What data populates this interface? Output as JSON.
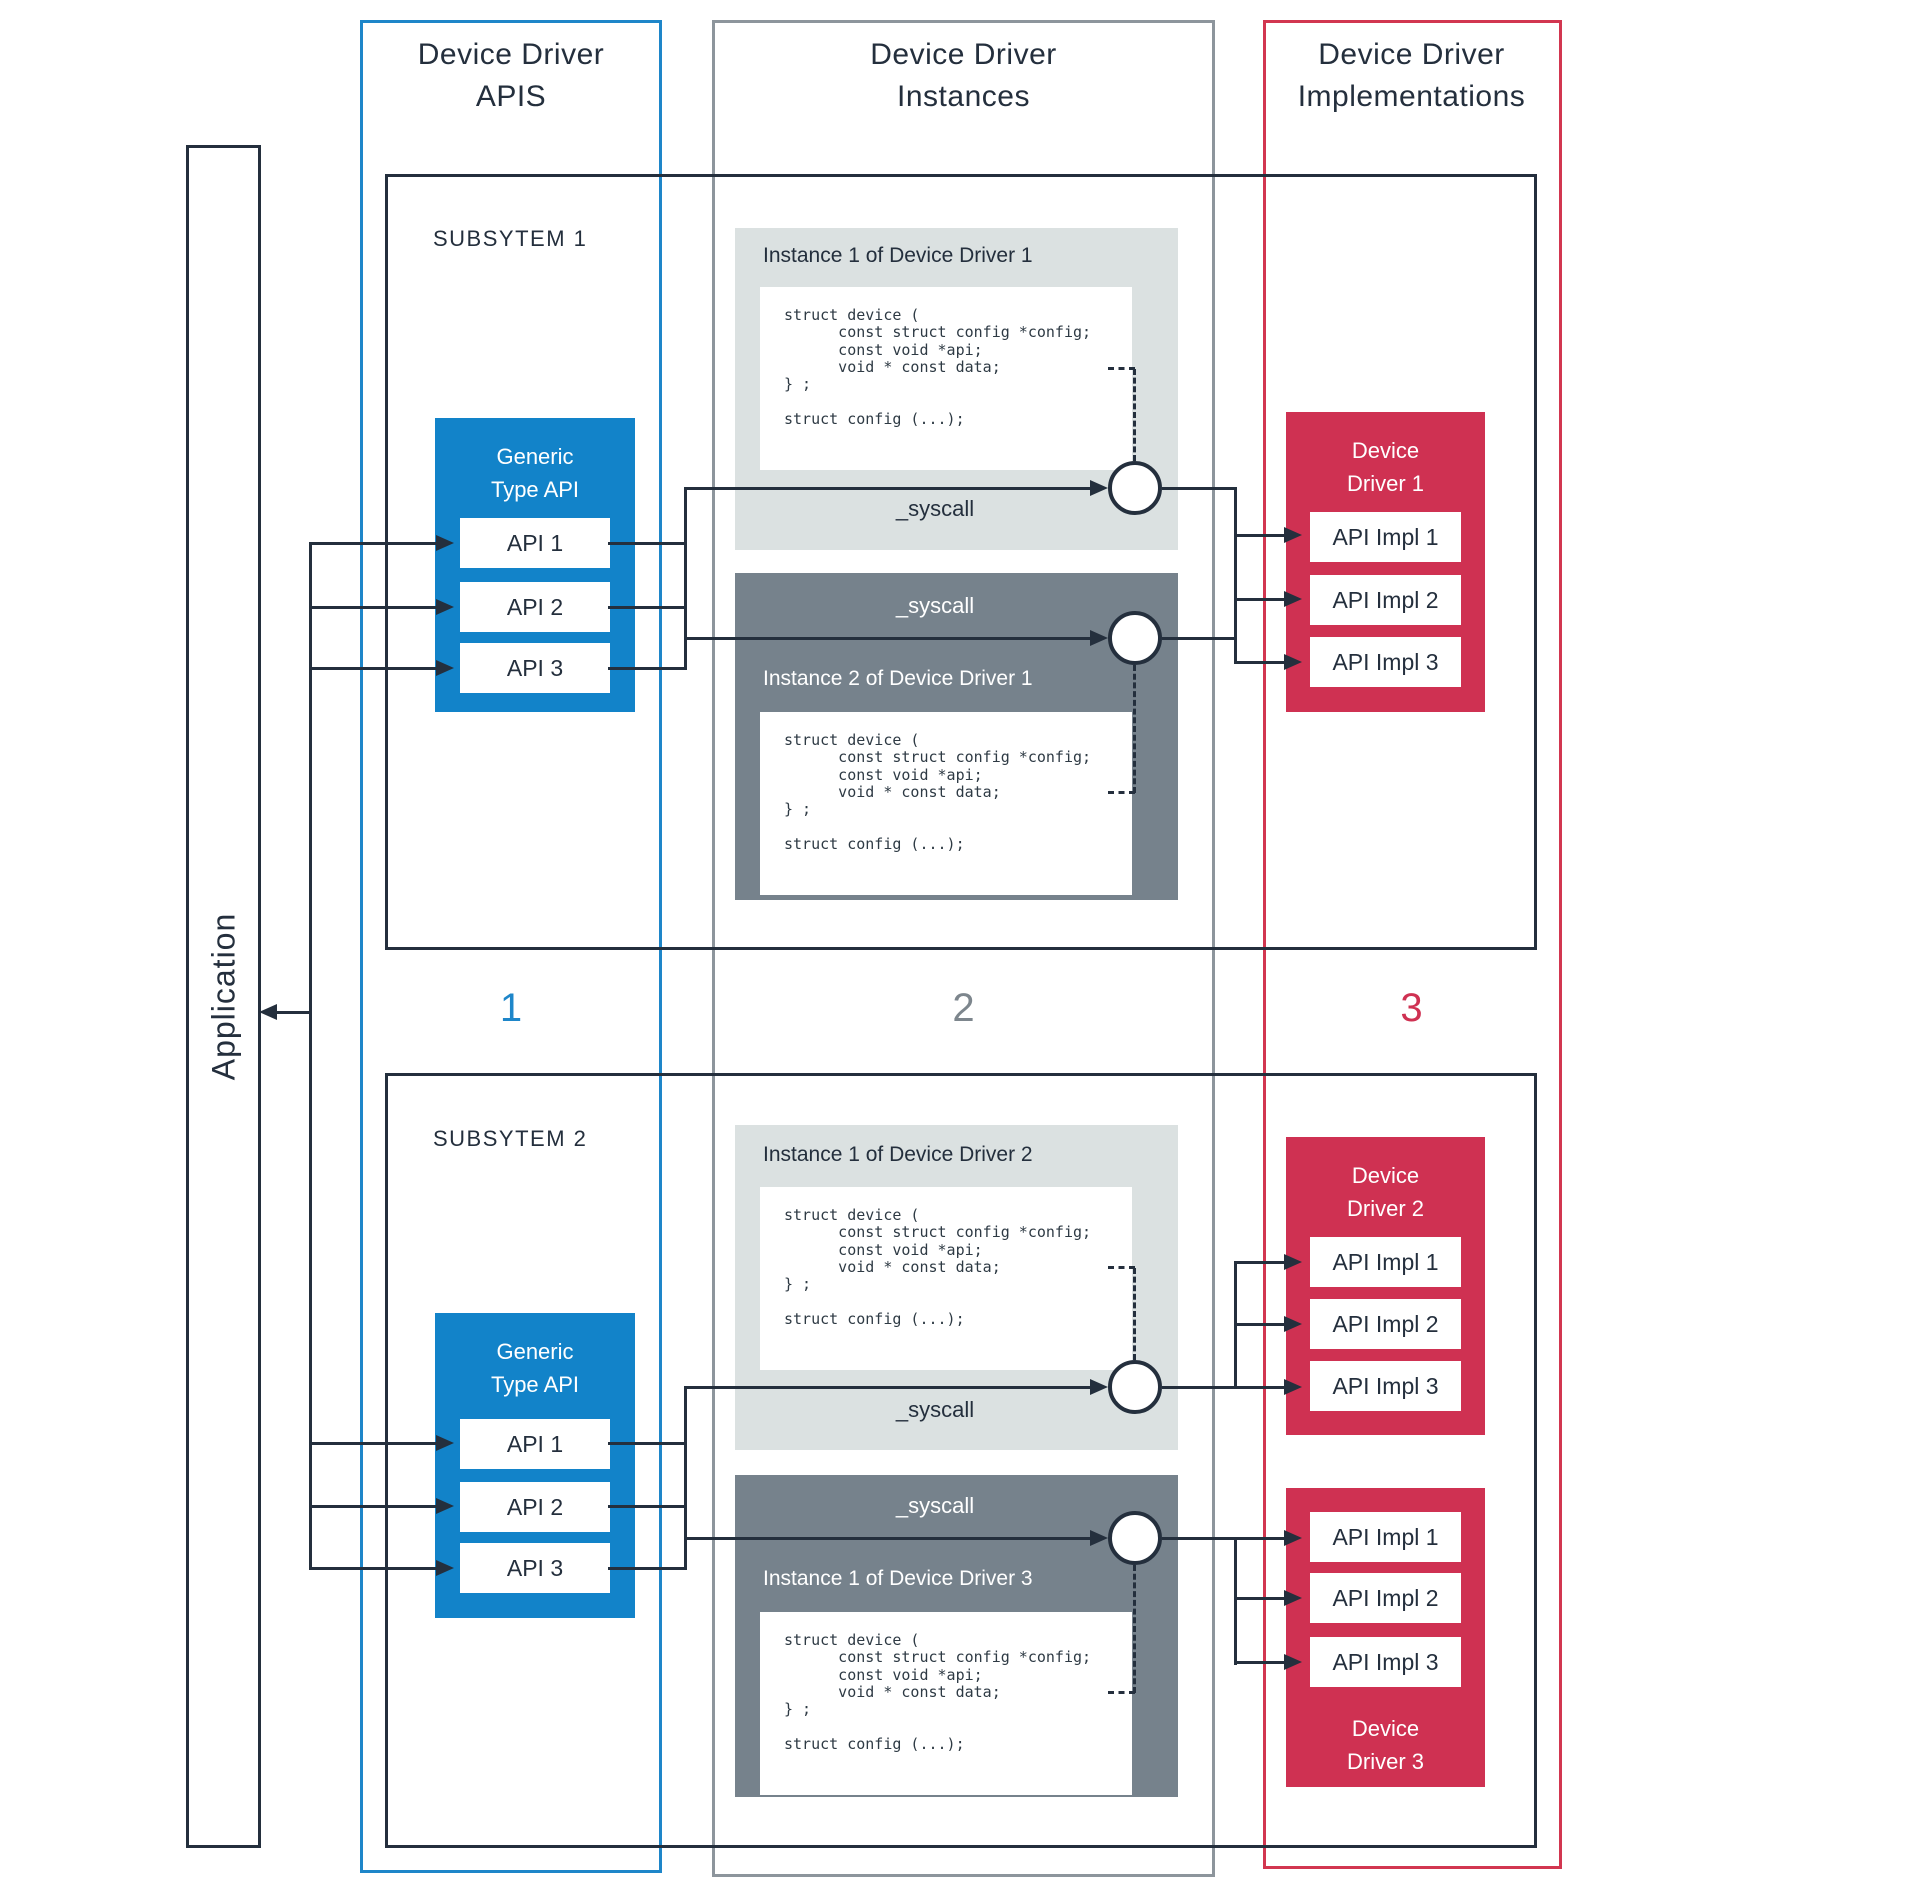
{
  "application": {
    "label": "Application"
  },
  "columns": {
    "apis": {
      "title": "Device Driver\nAPIS",
      "number": "1"
    },
    "instances": {
      "title": "Device Driver\nInstances",
      "number": "2"
    },
    "implementations": {
      "title": "Device Driver\nImplementations",
      "number": "3"
    }
  },
  "subsystems": {
    "s1": {
      "label": "SUBSYTEM 1"
    },
    "s2": {
      "label": "SUBSYTEM 2"
    }
  },
  "generic_api": {
    "title": "Generic\nType API",
    "items": [
      "API 1",
      "API 2",
      "API 3"
    ]
  },
  "instances": {
    "i1": {
      "title": "Instance 1 of Device Driver 1",
      "syscall": "_syscall"
    },
    "i2": {
      "title": "Instance 2 of Device Driver 1",
      "syscall": "_syscall"
    },
    "i3": {
      "title": "Instance 1 of Device Driver 2",
      "syscall": "_syscall"
    },
    "i4": {
      "title": "Instance 1 of Device Driver 3",
      "syscall": "_syscall"
    }
  },
  "code": {
    "block": "struct device (\n      const struct config *config;\n      const void *api;\n      void * const data;\n} ;\n\nstruct config (...);"
  },
  "drivers": {
    "d1": {
      "title": "Device\nDriver 1",
      "impls": [
        "API Impl 1",
        "API Impl 2",
        "API Impl 3"
      ]
    },
    "d2": {
      "title": "Device\nDriver 2",
      "impls": [
        "API Impl 1",
        "API Impl 2",
        "API Impl 3"
      ]
    },
    "d3": {
      "title": "Device\nDriver 3",
      "impls": [
        "API Impl 1",
        "API Impl 2",
        "API Impl 3"
      ]
    }
  },
  "colors": {
    "navy": "#242f3d",
    "blue": "#1283c9",
    "blue_border": "#1e86c9",
    "gray_border": "#8d959c",
    "red": "#cf3152",
    "red_border": "#d23650",
    "light_gray": "#dbe1e1",
    "slate": "#76828c",
    "num1": "#1e86c9",
    "num2": "#7d868d",
    "num3": "#cf3152"
  }
}
